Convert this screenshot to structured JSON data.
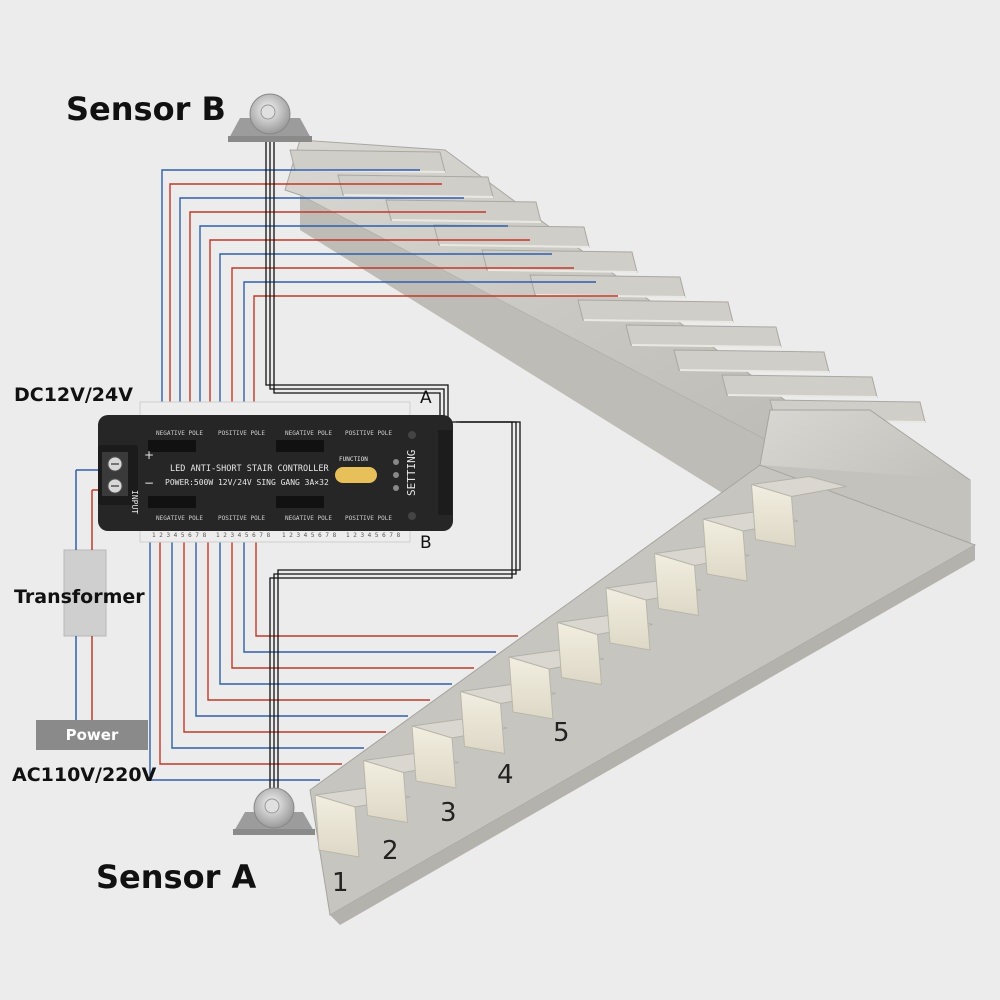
{
  "labels": {
    "sensor_b": "Sensor B",
    "sensor_a": "Sensor A",
    "dc": "DC12V/24V",
    "transformer": "Transformer",
    "power": "Power",
    "ac": "AC110V/220V",
    "port_a": "A",
    "port_b": "B"
  },
  "controller": {
    "line1": "LED ANTI-SHORT STAIR CONTROLLER",
    "line2": "POWER:500W 12V/24V SING GANG 3A×32",
    "function": "FUNCTION",
    "setting": "SETTING",
    "input": "INPUT",
    "negative_pole": "NEGATIVE POLE",
    "positive_pole": "POSITIVE POLE",
    "pin_numbers": "1 2 3 4 5 6 7 8",
    "plus": "+",
    "minus": "−"
  },
  "steps": [
    "1",
    "2",
    "3",
    "4",
    "5"
  ],
  "colors": {
    "wire_red": "#c0392b",
    "wire_blue": "#2f5fa8",
    "controller_body": "#262626",
    "function_button": "#e8c05a",
    "stone": "#c9c8c3"
  }
}
